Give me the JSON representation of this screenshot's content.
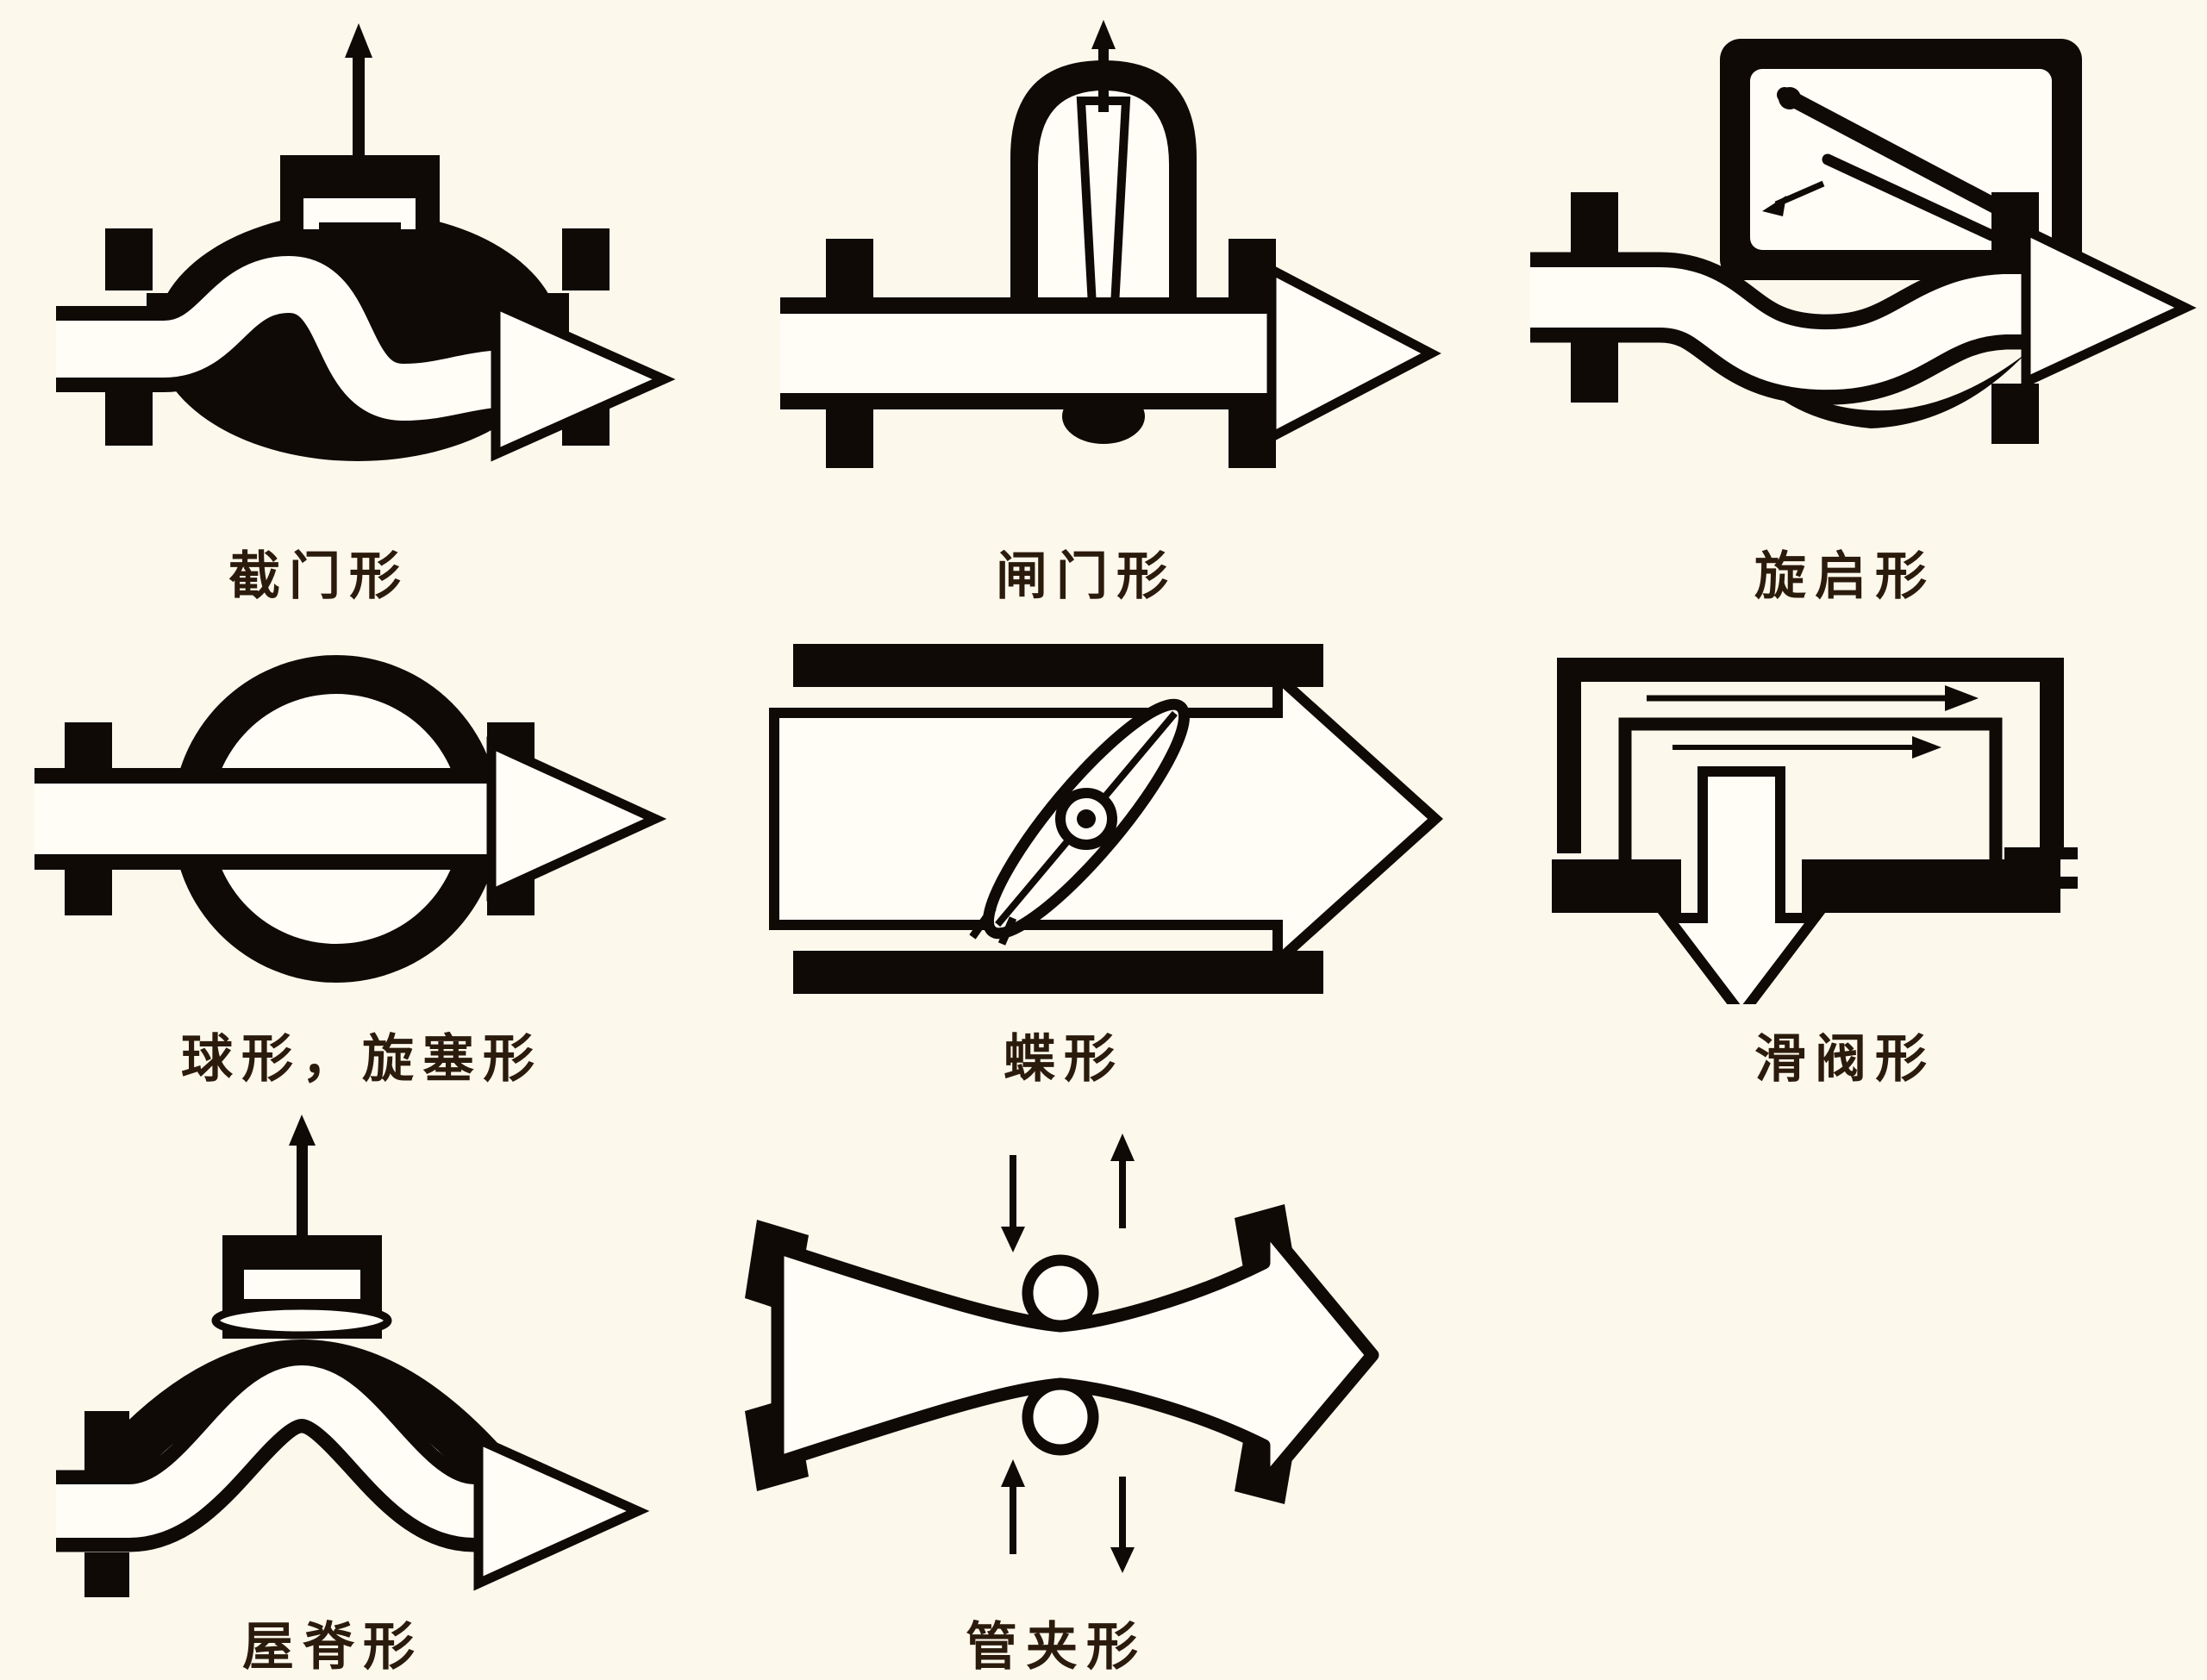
{
  "page": {
    "background_color": "#fdf8ec",
    "ink_color": "#0f0a06",
    "label_color": "#2b1b0c"
  },
  "figure": {
    "name": "valve-flow-path-types",
    "valves": [
      {
        "id": "globe",
        "label": "截门形"
      },
      {
        "id": "gate",
        "label": "闸门形"
      },
      {
        "id": "swing",
        "label": "旋启形"
      },
      {
        "id": "ball-plug",
        "label": "球形，旋塞形"
      },
      {
        "id": "butterfly",
        "label": "蝶形"
      },
      {
        "id": "slide",
        "label": "滑阀形"
      },
      {
        "id": "weir",
        "label": "屋脊形"
      },
      {
        "id": "pinch",
        "label": "管夹形"
      }
    ]
  }
}
